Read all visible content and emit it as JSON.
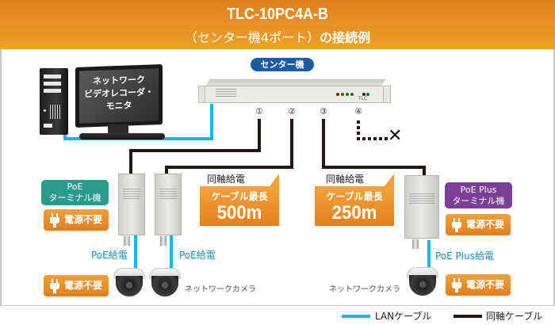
{
  "header": {
    "model": "TLC-10PC4A-B",
    "subtitle_light": "（センター機4ポート）",
    "subtitle_bold": "の接続例"
  },
  "colors": {
    "lan_cable": "#1fb4e8",
    "coax_cable": "#231815",
    "header_orange": "#e88f24",
    "poe_badge": "#2a9a8c",
    "poe_plus_badge": "#7a3f96",
    "center_badge": "#1c5aa6"
  },
  "recorder": {
    "label_lines": [
      "ネットワーク",
      "ビデオレコーダ・",
      "モニタ"
    ]
  },
  "center_unit": {
    "label": "センター機",
    "brand": "TLC",
    "ports": [
      {
        "num": "①",
        "connected": true
      },
      {
        "num": "②",
        "connected": true
      },
      {
        "num": "③",
        "connected": true
      },
      {
        "num": "④",
        "connected": false
      }
    ]
  },
  "left_group": {
    "terminal_badge_lines": [
      "PoE",
      "ターミナル機"
    ],
    "power_badge": "電源不要",
    "coax_label": "同軸給電",
    "callout": {
      "title": "ケーブル最長",
      "value": "500m"
    },
    "feed_labels": [
      "PoE給電",
      "PoE給電"
    ],
    "camera_power_badge": "電源不要",
    "camera_label": "ネットワークカメラ"
  },
  "right_group": {
    "terminal_badge_lines": [
      "PoE Plus",
      "ターミナル機"
    ],
    "power_badge": "電源不要",
    "coax_label": "同軸給電",
    "callout": {
      "title": "ケーブル最長",
      "value": "250m"
    },
    "feed_label": "PoE Plus給電",
    "camera_power_badge": "電源不要",
    "camera_label": "ネットワークカメラ"
  },
  "legend": {
    "lan": "LANケーブル",
    "coax": "同軸ケーブル"
  }
}
